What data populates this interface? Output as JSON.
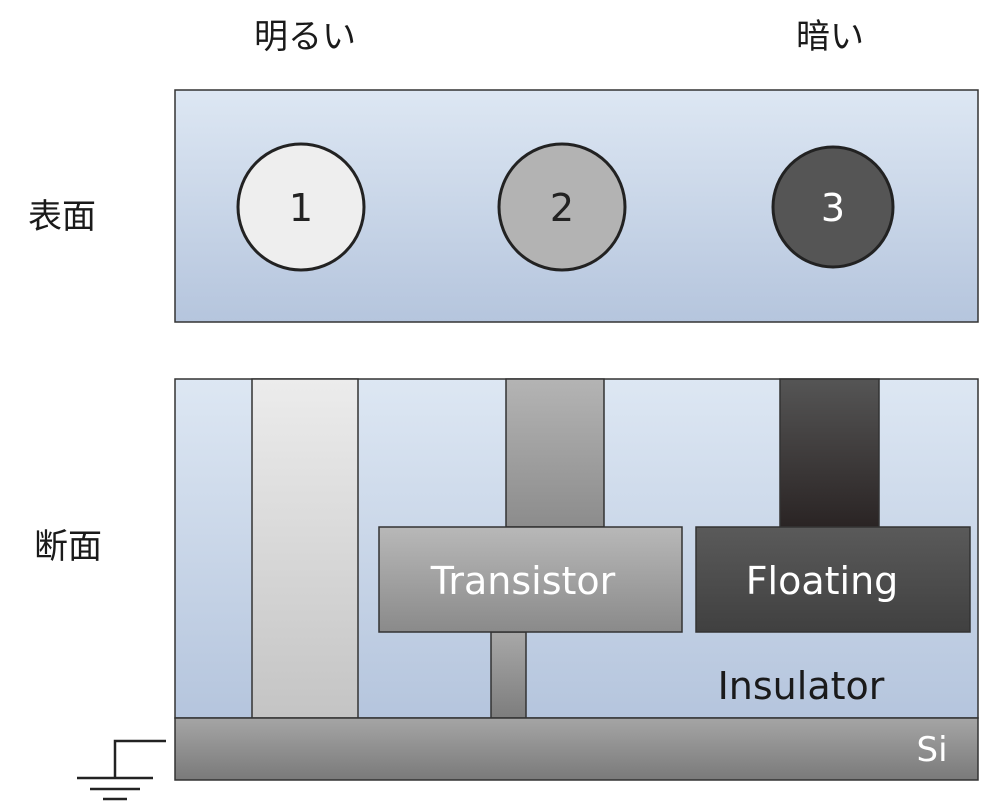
{
  "headers": {
    "bright": "明るい",
    "dark": "暗い"
  },
  "rows": {
    "surface": "表面",
    "cross_section": "断面"
  },
  "surface_contacts": [
    {
      "label": "1",
      "shade": "bright"
    },
    {
      "label": "2",
      "shade": "medium"
    },
    {
      "label": "3",
      "shade": "dark"
    }
  ],
  "cross_section": {
    "transistor_label": "Transistor",
    "floating_label": "Floating",
    "insulator_label": "Insulator",
    "substrate_label": "Si",
    "ground_symbol": "ground-icon"
  },
  "colors": {
    "panel_top": "#dce6f2",
    "panel_bottom": "#b6c6de",
    "contact_bright": "#eeeeee",
    "contact_medium": "#b3b3b3",
    "contact_dark": "#555555",
    "transistor": "#9b9b9b",
    "floating": "#4f4f4f",
    "substrate": "#8f8f8f"
  }
}
